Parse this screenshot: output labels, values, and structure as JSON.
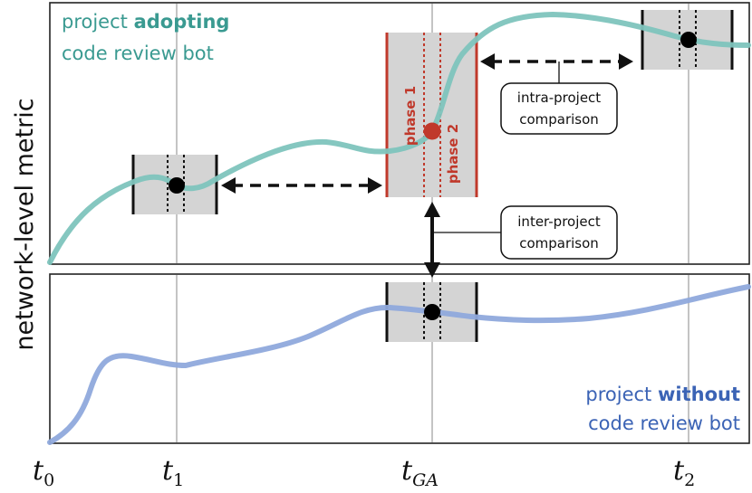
{
  "y_axis_label": "network-level metric",
  "top_panel": {
    "legend_prefix": "project",
    "legend_bold": "adopting",
    "legend_line2": "code review bot",
    "phase1_label": "phase 1",
    "phase2_label": "phase 2"
  },
  "bottom_panel": {
    "legend_prefix": "project",
    "legend_bold": "without",
    "legend_line2": "code review bot"
  },
  "callouts": {
    "intra_line1": "intra-project",
    "intra_line2": "comparison",
    "inter_line1": "inter-project",
    "inter_line2": "comparison"
  },
  "time_ticks": [
    {
      "base": "t",
      "sub": "0"
    },
    {
      "base": "t",
      "sub": "1"
    },
    {
      "base": "t",
      "sub": "GA"
    },
    {
      "base": "t",
      "sub": "2"
    }
  ],
  "colors": {
    "adopting": "#7ec4bd",
    "adopting_text": "#3a9a91",
    "without": "#8fa9dc",
    "without_text": "#3b63b5",
    "phase": "#c0392b",
    "window_fill": "#d4d4d4",
    "frame": "#222222",
    "guide": "#b0b0b0"
  },
  "icons": {
    "marker": "filled-circle-marker",
    "arrow": "double-headed-arrow"
  }
}
